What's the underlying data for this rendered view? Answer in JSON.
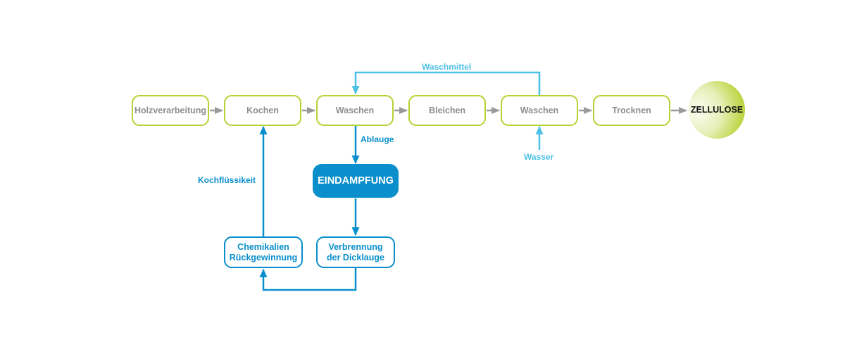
{
  "colors": {
    "process_border": "#b5d334",
    "process_text": "#8e8e8e",
    "flow_arrow": "#9a9a9a",
    "recovery_blue": "#0a8fcc",
    "water_blue": "#4cc0e6",
    "product_green": "#a9c92b"
  },
  "main_flow": {
    "steps": [
      "Holzverarbeitung",
      "Kochen",
      "Waschen",
      "Bleichen",
      "Waschen",
      "Trocknen"
    ],
    "product": "ZELLULOSE"
  },
  "recovery": {
    "evaporation": "EINDAMPFUNG",
    "combustion": "Verbrennung\nder Dicklauge",
    "chemicals": "Chemikalien\nRückgewinnung"
  },
  "labels": {
    "waschmittel": "Waschmittel",
    "ablauge": "Ablauge",
    "kochfluessigkeit": "Kochflüssikeit",
    "wasser": "Wasser"
  }
}
